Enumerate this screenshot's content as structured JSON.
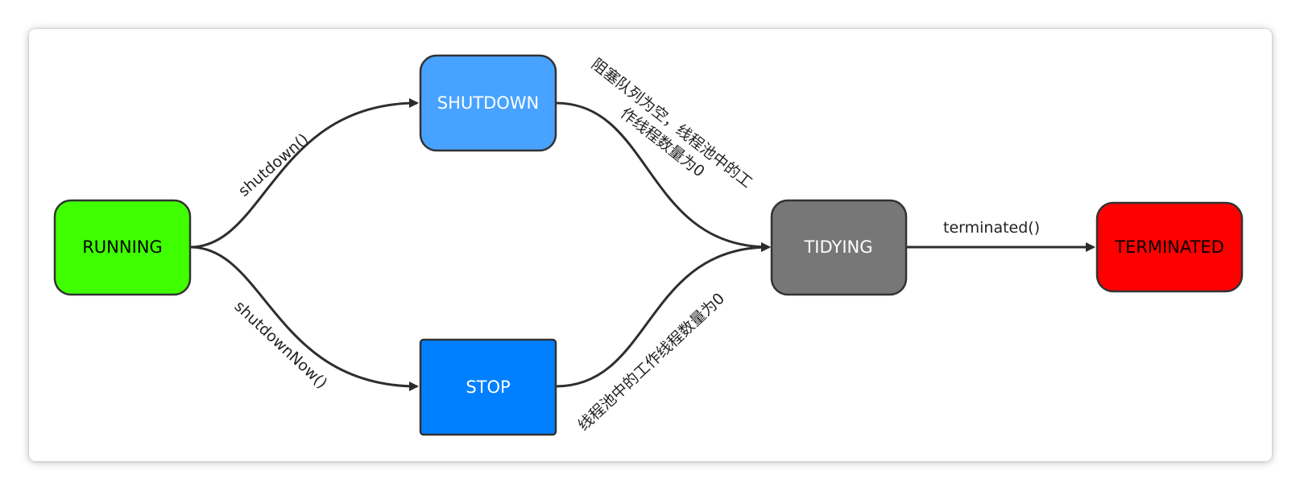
{
  "diagram": {
    "nodes": {
      "running": {
        "label": "RUNNING",
        "fill": "#40ff00",
        "text_color": "#000000"
      },
      "shutdown": {
        "label": "SHUTDOWN",
        "fill": "#47a3ff",
        "text_color": "#ffffff"
      },
      "stop": {
        "label": "STOP",
        "fill": "#0080ff",
        "text_color": "#ffffff"
      },
      "tidying": {
        "label": "TIDYING",
        "fill": "#777777",
        "text_color": "#ffffff"
      },
      "terminated": {
        "label": "TERMINATED",
        "fill": "#ff0000",
        "text_color": "#000000"
      }
    },
    "edges": {
      "running_to_shutdown": {
        "label": "shutdown()"
      },
      "running_to_stop": {
        "label": "shutdownNow()"
      },
      "shutdown_to_tidying": {
        "label_line1": "阻塞队列为空，线程池中的工",
        "label_line2": "作线程数量为0"
      },
      "stop_to_tidying": {
        "label": "线程池中的工作线程数量为0"
      },
      "tidying_to_terminated": {
        "label": "terminated()"
      }
    },
    "edge_color": "#333333"
  }
}
